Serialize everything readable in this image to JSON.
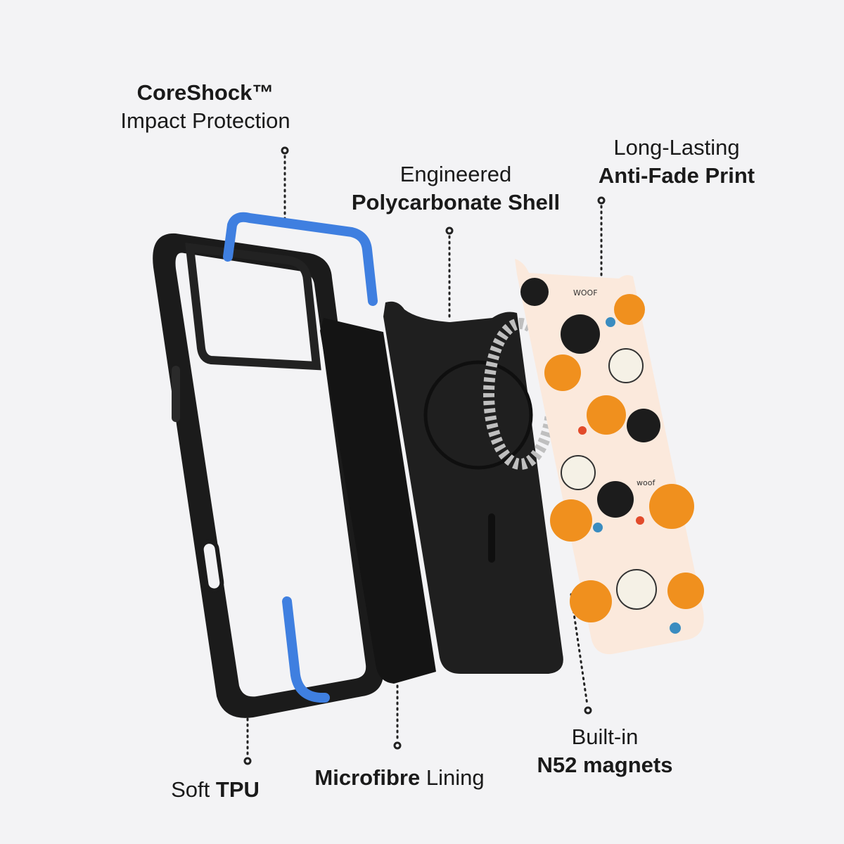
{
  "labels": {
    "coreshock": {
      "bold": "CoreShock™",
      "regular": "Impact Protection"
    },
    "shell": {
      "regular": "Engineered",
      "bold": "Polycarbonate Shell"
    },
    "print": {
      "regular": "Long-Lasting",
      "bold": "Anti-Fade Print"
    },
    "tpu": {
      "regular": "Soft",
      "bold": "TPU"
    },
    "lining": {
      "bold": "Microfibre",
      "regular": "Lining"
    },
    "magnets": {
      "regular": "Built-in",
      "bold": "N52 magnets"
    }
  },
  "print_texts": [
    "WOOF",
    "woof"
  ],
  "colors": {
    "background": "#f3f3f5",
    "bumper_blue": "#3f7fe0",
    "case_black": "#1c1c1c",
    "print_bg": "#fbe9dc",
    "dog_orange": "#f0901e"
  }
}
